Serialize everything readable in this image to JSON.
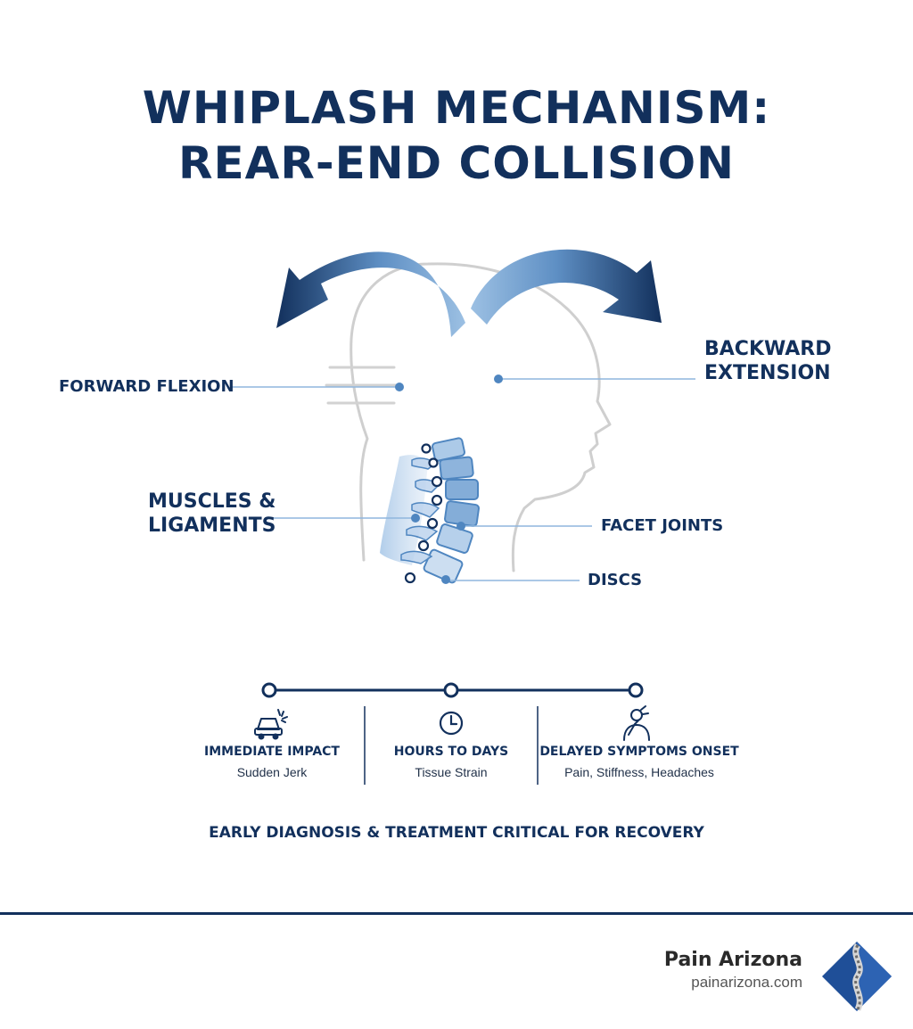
{
  "title": {
    "line1": "WHIPLASH MECHANISM:",
    "line2": "REAR-END COLLISION"
  },
  "labels": {
    "forward_flexion": "FORWARD FLEXION",
    "backward_extension_line1": "BACKWARD",
    "backward_extension_line2": "EXTENSION",
    "muscles_line1": "MUSCLES &",
    "muscles_line2": "LIGAMENTS",
    "facet_joints": "FACET JOINTS",
    "discs": "DISCS"
  },
  "timeline": {
    "stages": [
      {
        "title": "IMMEDIATE IMPACT",
        "subtitle": "Sudden Jerk",
        "icon": "car-crash-icon"
      },
      {
        "title": "HOURS TO DAYS",
        "subtitle": "Tissue Strain",
        "icon": "clock-icon"
      },
      {
        "title": "DELAYED SYMPTOMS ONSET",
        "subtitle": "Pain, Stiffness, Headaches",
        "icon": "person-neck-pain-icon"
      }
    ]
  },
  "footer_note": "EARLY DIAGNOSIS & TREATMENT CRITICAL FOR RECOVERY",
  "brand": {
    "name": "Pain Arizona",
    "url": "painarizona.com"
  },
  "colors": {
    "navy": "#12305c",
    "light_blue": "#8fb6de",
    "mid_blue": "#4f86c0",
    "head_outline": "#cfcfcf"
  }
}
